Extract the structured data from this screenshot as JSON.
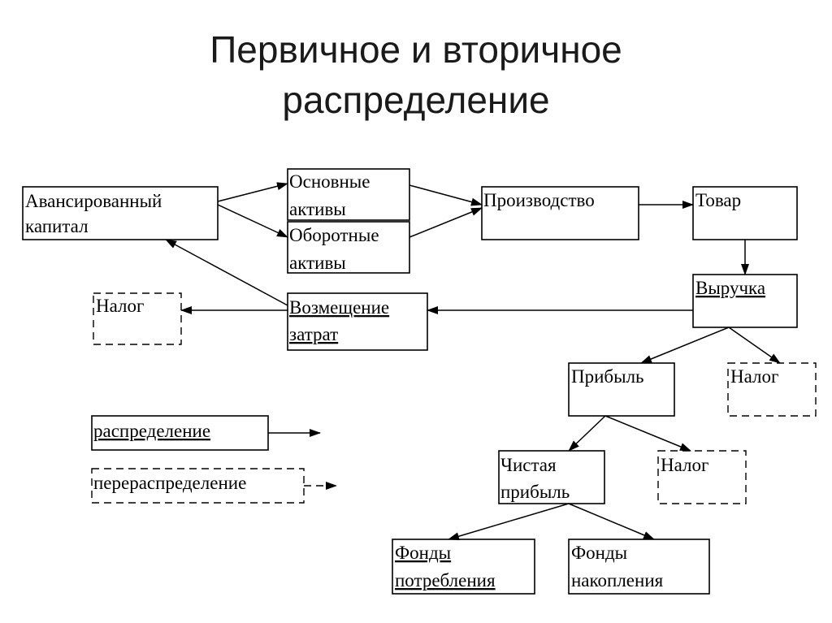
{
  "slide": {
    "title_line1": "Первичное и вторичное",
    "title_line2": "распределение"
  },
  "diagram": {
    "advanced_capital": [
      "Авансированный",
      "капитал"
    ],
    "fixed_assets": [
      "Основные",
      "активы"
    ],
    "current_assets": [
      "Оборотные",
      "активы"
    ],
    "production": [
      "Производство"
    ],
    "goods": [
      "Товар"
    ],
    "revenue": [
      "Выручка"
    ],
    "cost_recovery": [
      "Возмещение",
      "затрат"
    ],
    "tax_left": [
      "Налог"
    ],
    "profit": [
      "Прибыль"
    ],
    "tax_right": [
      "Налог"
    ],
    "net_profit": [
      "Чистая",
      "прибыль"
    ],
    "tax_net": [
      "Налог"
    ],
    "consumption_funds": [
      "Фонды",
      "потребления"
    ],
    "accumulation_funds": [
      "Фонды",
      "накопления"
    ]
  },
  "legend": {
    "distribution": "распределение",
    "redistribution": "перераспределение"
  }
}
